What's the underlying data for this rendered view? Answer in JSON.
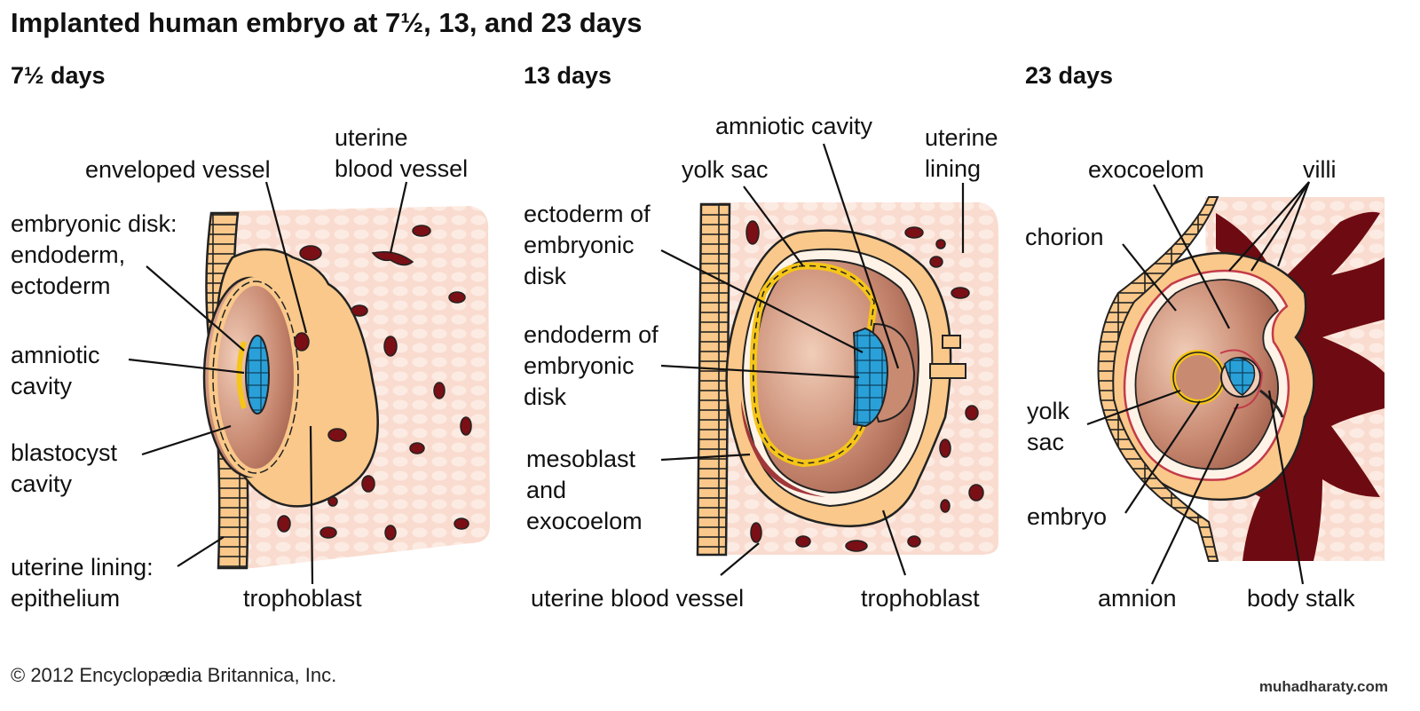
{
  "title": "Implanted human embryo at 7½, 13, and 23 days",
  "colors": {
    "tissue": "#f9dccf",
    "tissue_cells": "#fbe9e1",
    "trophoblast": "#f9c88a",
    "cavity": "#c9856e",
    "blood": "#7a0f15",
    "ectoderm": "#2aa0d8",
    "endoderm": "#f5c518",
    "outline": "#111111"
  },
  "panels": [
    {
      "heading": "7½ days",
      "labels": [
        "enveloped vessel",
        "uterine\nblood vessel",
        "embryonic disk:\nendoderm,\nectoderm",
        "amniotic\ncavity",
        "blastocyst\ncavity",
        "uterine lining:\nepithelium",
        "trophoblast"
      ]
    },
    {
      "heading": "13 days",
      "labels": [
        "amniotic cavity",
        "yolk sac",
        "uterine\nlining",
        "ectoderm of\nembryonic\ndisk",
        "endoderm of\nembryonic\ndisk",
        "mesoblast\nand\nexocoelom",
        "uterine blood vessel",
        "trophoblast"
      ]
    },
    {
      "heading": "23 days",
      "labels": [
        "exocoelom",
        "villi",
        "chorion",
        "yolk\nsac",
        "embryo",
        "amnion",
        "body stalk"
      ]
    }
  ],
  "copyright": "© 2012 Encyclopædia Britannica, Inc.",
  "watermark": "muhadharaty.com"
}
